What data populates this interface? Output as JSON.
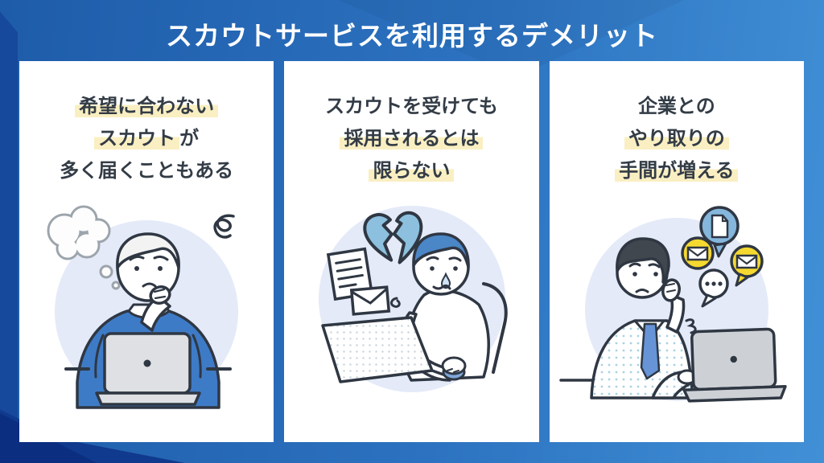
{
  "title": "スカウトサービスを利用するデメリット",
  "colors": {
    "background_left": "#1E5CA9",
    "background_right": "#4190D6",
    "corner_accent": "#0B2E80",
    "card_background": "#FFFFFF",
    "title_text": "#FFFFFF",
    "body_text": "#333C46",
    "highlight_yellow": "#FAEFC2",
    "illustration_circle": "#E4EAF8",
    "sweater_blue": "#3E7BC7",
    "heart_blue": "#8CC0DE",
    "bubble_blue": "#85B6DC",
    "bubble_yellow": "#F5D930",
    "laptop_gray": "#DEE0E3",
    "outline_dark": "#2F3743"
  },
  "cards": [
    {
      "id": "unwanted-scouts",
      "lines": [
        {
          "segments": [
            {
              "text": "希望に合わない",
              "highlight": true
            }
          ]
        },
        {
          "segments": [
            {
              "text": "スカウト",
              "highlight": true
            },
            {
              "text": "が",
              "highlight": false
            }
          ]
        },
        {
          "segments": [
            {
              "text": "多く届くこともある",
              "highlight": false
            }
          ]
        }
      ],
      "illustration": "worried gray-haired person in blue sweater thinking with hand on chin at laptop",
      "icons": [
        "thought-bubble-icon",
        "squiggle-icon",
        "laptop-icon",
        "desk-line"
      ]
    },
    {
      "id": "no-hire-guarantee",
      "lines": [
        {
          "segments": [
            {
              "text": "スカウトを受けても",
              "highlight": false
            }
          ]
        },
        {
          "segments": [
            {
              "text": "採用されるとは",
              "highlight": true
            }
          ]
        },
        {
          "segments": [
            {
              "text": "限らない",
              "highlight": true
            }
          ]
        }
      ],
      "illustration": "crying blue-haired person at dotted laptop with broken heart, rejection letter and envelope",
      "icons": [
        "broken-heart-icon",
        "document-icon",
        "envelope-icon",
        "laptop-icon",
        "mouse-icon",
        "tear-icon",
        "chair-icon"
      ]
    },
    {
      "id": "more-communication-effort",
      "lines": [
        {
          "segments": [
            {
              "text": "企業との",
              "highlight": false
            }
          ]
        },
        {
          "segments": [
            {
              "text": "やり取りの",
              "highlight": true
            }
          ]
        },
        {
          "segments": [
            {
              "text": "手間が増える",
              "highlight": true
            }
          ]
        }
      ],
      "illustration": "tired businessman in dotted suit with blue tie resting cheek on hand at laptop, message bubbles above",
      "icons": [
        "document-bubble-icon",
        "mail-bubble-icon",
        "mail-bubble-icon",
        "typing-bubble-icon",
        "sigh-icon",
        "laptop-icon",
        "desk-line"
      ]
    }
  ]
}
